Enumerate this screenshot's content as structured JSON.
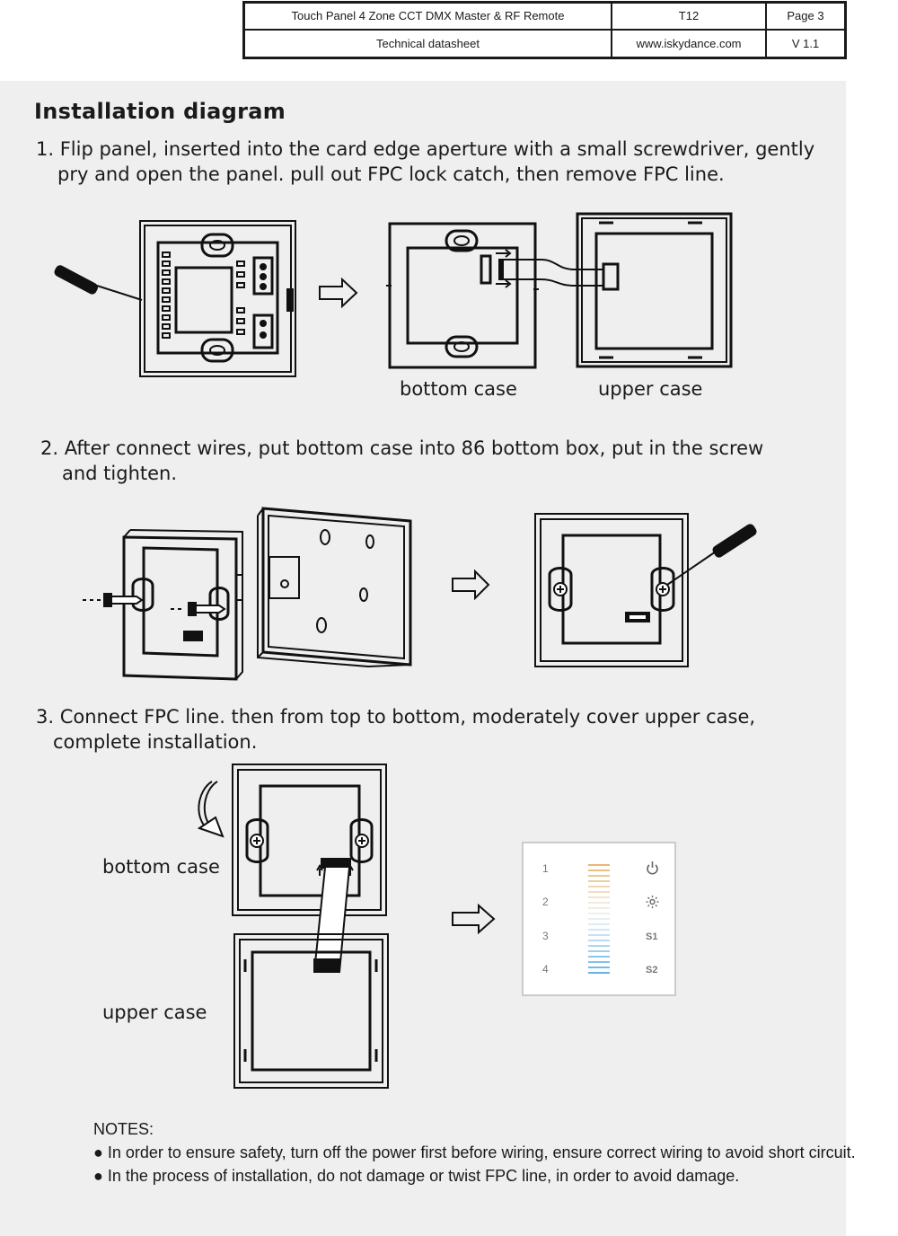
{
  "header": {
    "product": "Touch Panel 4 Zone CCT DMX Master & RF Remote",
    "model": "T12",
    "page": "Page 3",
    "doc_type": "Technical datasheet",
    "website": "www.iskydance.com",
    "version": "V 1.1"
  },
  "title": "Installation diagram",
  "steps": [
    {
      "line1": "1. Flip panel, inserted into the card edge aperture with a small screwdriver, gently",
      "line2": "pry and open the panel. pull out  FPC lock catch, then remove FPC line."
    },
    {
      "line1": "2. After connect wires, put bottom case into 86 bottom box, put in the screw",
      "line2": "and tighten."
    },
    {
      "line1": "3. Connect FPC line. then from top to bottom, moderately cover upper case,",
      "line2": "complete installation."
    }
  ],
  "captions": {
    "bottom_case": "bottom case",
    "upper_case": "upper case"
  },
  "panel_labels": {
    "zones": [
      "1",
      "2",
      "3",
      "4"
    ],
    "s1": "S1",
    "s2": "S2",
    "icons": [
      "power-icon",
      "brightness-icon"
    ]
  },
  "notes": {
    "heading": "NOTES:",
    "items": [
      "In order to ensure safety, turn off the power first before wiring, ensure correct wiring to avoid short circuit.",
      "In the process of installation, do not damage or twist FPC line, in order to avoid damage."
    ]
  }
}
